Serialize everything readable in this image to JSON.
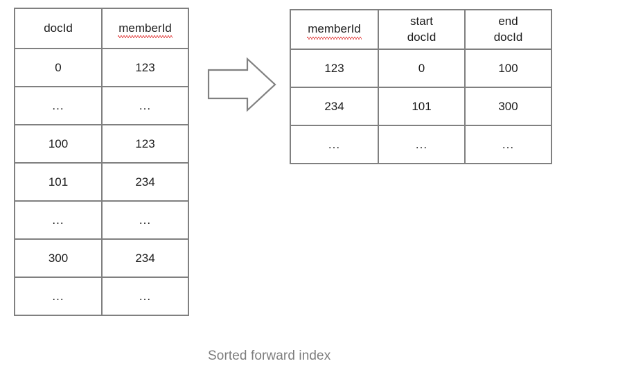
{
  "caption": "Sorted forward index",
  "colors": {
    "background": "#ffffff",
    "table_border": "#808080",
    "table_text": "#1c1c1c",
    "caption_text": "#7d7d7d",
    "arrow_stroke": "#808080",
    "spellcheck_underline": "#e23b3b"
  },
  "arrow": {
    "name": "right-block-arrow",
    "direction": "right",
    "filled": false
  },
  "tables": {
    "left": {
      "name": "forward-index-table",
      "headers": [
        "docId",
        "memberId"
      ],
      "header_misspelled_flags": [
        false,
        true
      ],
      "rows": [
        [
          "0",
          "123"
        ],
        [
          "...",
          "..."
        ],
        [
          "100",
          "123"
        ],
        [
          "101",
          "234"
        ],
        [
          "...",
          "..."
        ],
        [
          "300",
          "234"
        ],
        [
          "...",
          "..."
        ]
      ]
    },
    "right": {
      "name": "sorted-forward-index-table",
      "headers": [
        "memberId",
        "start docId",
        "end docId"
      ],
      "headers_lines": [
        [
          "memberId"
        ],
        [
          "start",
          "docId"
        ],
        [
          "end",
          "docId"
        ]
      ],
      "header_misspelled_flags": [
        true,
        false,
        false
      ],
      "rows": [
        [
          "123",
          "0",
          "100"
        ],
        [
          "234",
          "101",
          "300"
        ],
        [
          "...",
          "...",
          "..."
        ]
      ]
    }
  }
}
